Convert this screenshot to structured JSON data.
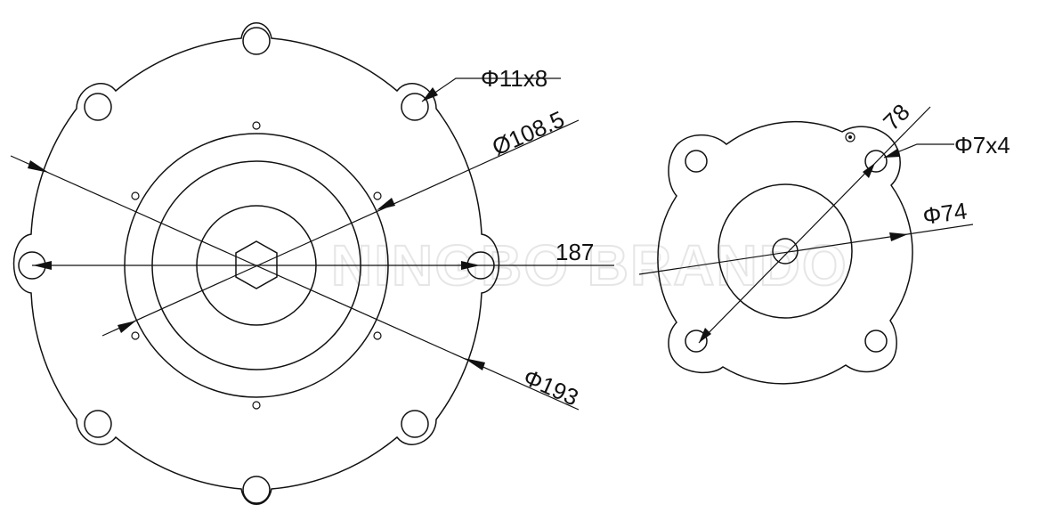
{
  "watermark": "NINGBO BRANDO",
  "large_part": {
    "dim_holes": "Φ11x8",
    "dim_inner": "Ø108.5",
    "dim_span": "187",
    "dim_outer": "Φ193"
  },
  "small_part": {
    "dim_span": "78",
    "dim_holes": "Φ7x4",
    "dim_inner": "Φ74"
  },
  "colors": {
    "line": "#111111",
    "watermark": "#e6e6e6",
    "background": "#ffffff"
  }
}
